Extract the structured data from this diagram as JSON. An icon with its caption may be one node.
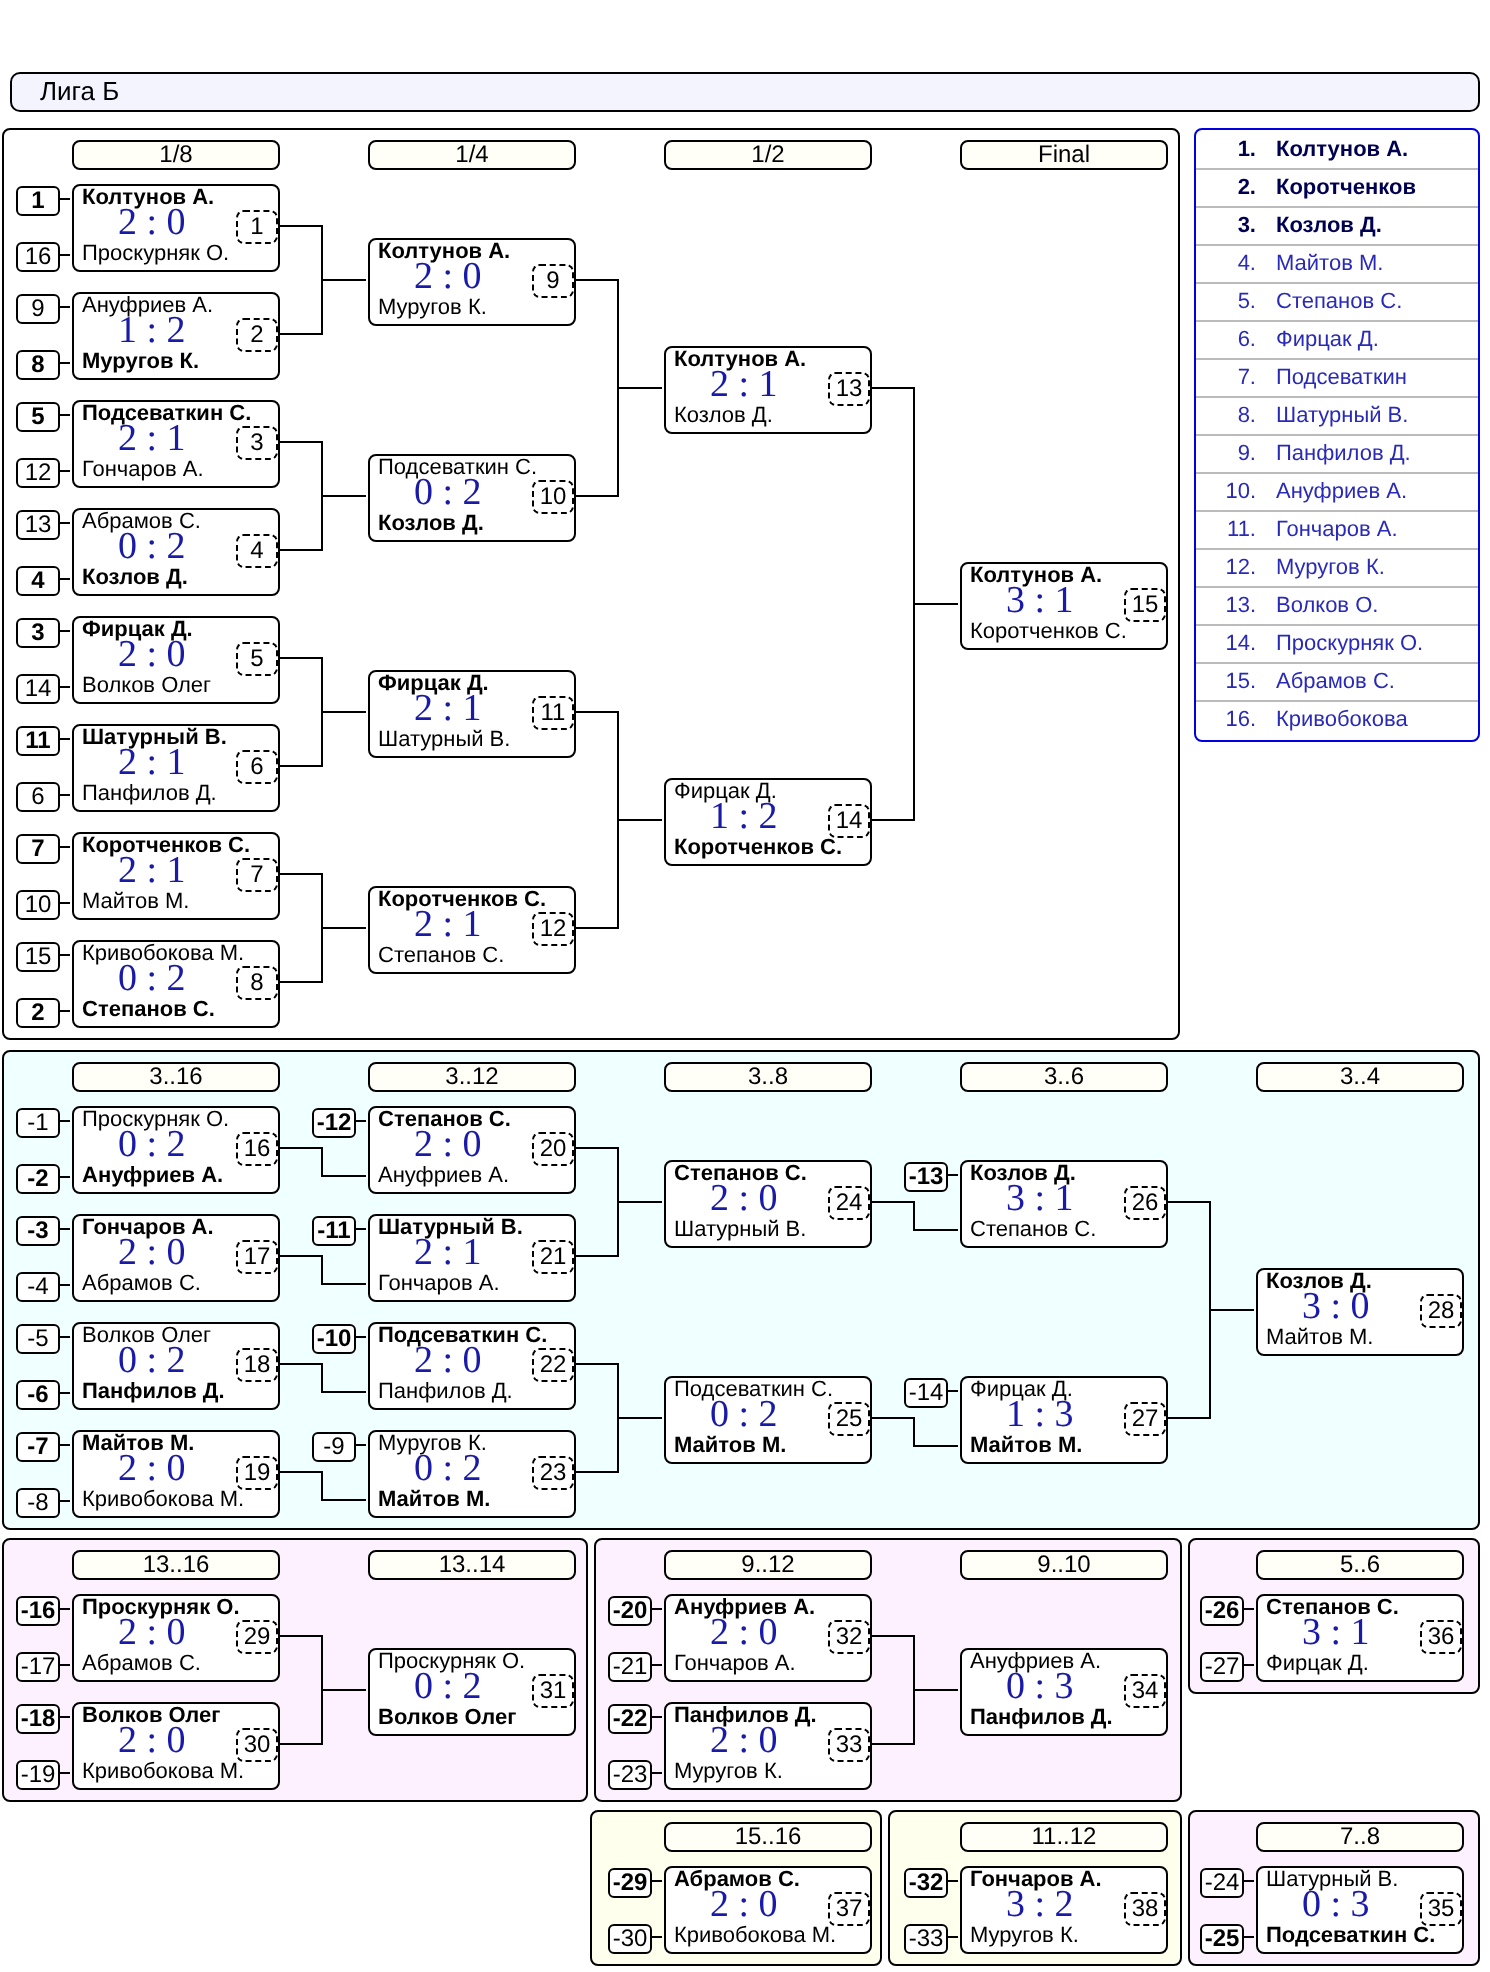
{
  "diagram": {
    "title": "Лига Б",
    "nodes": [
      {
        "text": [],
        "shape": "box"
      },
      {
        "text": [
          "1/8"
        ],
        "in": 0
      },
      {
        "text": [
          "1/4"
        ],
        "in": 0
      },
      {
        "text": [
          "1/2"
        ],
        "in": 0
      },
      {
        "text": [
          "Final"
        ],
        "in": 0
      },
      {
        "text": [
          "1"
        ],
        "in": 0
      },
      {
        "text": [
          "16"
        ],
        "in": 0
      },
      {
        "text": [
          "Колтунов А.",
          "2 : 0",
          "Проскурняк О."
        ],
        "in": 0
      },
      {
        "text": [
          "1"
        ],
        "in": 7
      },
      {
        "text": [
          "9"
        ],
        "in": 0
      },
      {
        "text": [
          "8"
        ],
        "in": 0
      },
      {
        "text": [
          "Ануфриев А.",
          "1 : 2",
          "Муругов К."
        ],
        "in": 0
      },
      {
        "text": [
          "2"
        ],
        "in": 11
      },
      {
        "text": [
          "5"
        ],
        "in": 0
      },
      {
        "text": [
          "12"
        ],
        "in": 0
      },
      {
        "text": [
          "Подсеваткин С.",
          "2 : 1",
          "Гончаров А."
        ],
        "in": 0
      },
      {
        "text": [
          "3"
        ],
        "in": 15
      },
      {
        "text": [
          "13"
        ],
        "in": 0
      },
      {
        "text": [
          "4"
        ],
        "in": 0
      },
      {
        "text": [
          "Абрамов С.",
          "0 : 2",
          "Козлов Д."
        ],
        "in": 0
      },
      {
        "text": [
          "4"
        ],
        "in": 19
      },
      {
        "text": [
          "3"
        ],
        "in": 0
      },
      {
        "text": [
          "14"
        ],
        "in": 0
      },
      {
        "text": [
          "Фирцак Д.",
          "2 : 0",
          "Волков Олег"
        ],
        "in": 0
      },
      {
        "text": [
          "5"
        ],
        "in": 23
      },
      {
        "text": [
          "11"
        ],
        "in": 0
      },
      {
        "text": [
          "6"
        ],
        "in": 0
      },
      {
        "text": [
          "Шатурный В.",
          "2 : 1",
          "Панфилов Д."
        ],
        "in": 0
      },
      {
        "text": [
          "6"
        ],
        "in": 27
      },
      {
        "text": [
          "7"
        ],
        "in": 0
      },
      {
        "text": [
          "10"
        ],
        "in": 0
      },
      {
        "text": [
          "Коротченков С.",
          "2 : 1",
          "Майтов М."
        ],
        "in": 0
      },
      {
        "text": [
          "7"
        ],
        "in": 31
      },
      {
        "text": [
          "15"
        ],
        "in": 0
      },
      {
        "text": [
          "2"
        ],
        "in": 0
      },
      {
        "text": [
          "Кривобокова М.",
          "0 : 2",
          "Степанов С."
        ],
        "in": 0
      },
      {
        "text": [
          "8"
        ],
        "in": 35
      },
      {
        "text": [
          "Колтунов А.",
          "2 : 0",
          "Муругов К."
        ],
        "in": 0
      },
      {
        "text": [
          "9"
        ],
        "in": 37
      },
      {
        "text": [
          "Подсеваткин С.",
          "0 : 2",
          "Козлов Д."
        ],
        "in": 0
      },
      {
        "text": [
          "10"
        ],
        "in": 39
      },
      {
        "text": [
          "Фирцак Д.",
          "2 : 1",
          "Шатурный В."
        ],
        "in": 0
      },
      {
        "text": [
          "11"
        ],
        "in": 41
      },
      {
        "text": [
          "Коротченков С.",
          "2 : 1",
          "Степанов С."
        ],
        "in": 0
      },
      {
        "text": [
          "12"
        ],
        "in": 43
      },
      {
        "text": [
          "Колтунов А.",
          "2 : 1",
          "Козлов Д."
        ],
        "in": 0
      },
      {
        "text": [
          "13"
        ],
        "in": 45
      },
      {
        "text": [
          "Фирцак Д.",
          "1 : 2",
          "Коротченков С."
        ],
        "in": 0
      },
      {
        "text": [
          "14"
        ],
        "in": 47
      },
      {
        "text": [
          "Колтунов А.",
          "3 : 1",
          "Коротченков С."
        ],
        "in": 0
      },
      {
        "text": [
          "15"
        ],
        "in": 49
      },
      {
        "text": [],
        "shape": "box"
      },
      {
        "text": [
          "3..16"
        ],
        "in": 51
      },
      {
        "text": [
          "3..12"
        ],
        "in": 51
      },
      {
        "text": [
          "3..8"
        ],
        "in": 51
      },
      {
        "text": [
          "3..6"
        ],
        "in": 51
      },
      {
        "text": [
          "3..4"
        ],
        "in": 51
      },
      {
        "text": [
          "-1"
        ],
        "in": 51
      },
      {
        "text": [
          "-2"
        ],
        "in": 51
      },
      {
        "text": [
          "Проскурняк О.",
          "0 : 2",
          "Ануфриев А."
        ],
        "in": 51
      },
      {
        "text": [
          "16"
        ],
        "in": 59
      },
      {
        "text": [
          "-3"
        ],
        "in": 51
      },
      {
        "text": [
          "-4"
        ],
        "in": 51
      },
      {
        "text": [
          "Гончаров А.",
          "2 : 0",
          "Абрамов С."
        ],
        "in": 51
      },
      {
        "text": [
          "17"
        ],
        "in": 63
      },
      {
        "text": [
          "-5"
        ],
        "in": 51
      },
      {
        "text": [
          "-6"
        ],
        "in": 51
      },
      {
        "text": [
          "Волков Олег",
          "0 : 2",
          "Панфилов Д."
        ],
        "in": 51
      },
      {
        "text": [
          "18"
        ],
        "in": 67
      },
      {
        "text": [
          "-7"
        ],
        "in": 51
      },
      {
        "text": [
          "-8"
        ],
        "in": 51
      },
      {
        "text": [
          "Майтов М.",
          "2 : 0",
          "Кривобокова М."
        ],
        "in": 51
      },
      {
        "text": [
          "19"
        ],
        "in": 71
      },
      {
        "text": [
          "-12"
        ],
        "in": 51
      },
      {
        "text": [
          "Степанов С.",
          "2 : 0",
          "Ануфриев А."
        ],
        "in": 51
      },
      {
        "text": [
          "20"
        ],
        "in": 74
      },
      {
        "text": [
          "-11"
        ],
        "in": 51
      },
      {
        "text": [
          "Шатурный В.",
          "2 : 1",
          "Гончаров А."
        ],
        "in": 51
      },
      {
        "text": [
          "21"
        ],
        "in": 77
      },
      {
        "text": [
          "-10"
        ],
        "in": 51
      },
      {
        "text": [
          "Подсеваткин С.",
          "2 : 0",
          "Панфилов Д."
        ],
        "in": 51
      },
      {
        "text": [
          "22"
        ],
        "in": 80
      },
      {
        "text": [
          "-9"
        ],
        "in": 51
      },
      {
        "text": [
          "Муругов К.",
          "0 : 2",
          "Майтов М."
        ],
        "in": 51
      },
      {
        "text": [
          "23"
        ],
        "in": 83
      },
      {
        "text": [
          "Степанов С.",
          "2 : 0",
          "Шатурный В."
        ],
        "in": 51
      },
      {
        "text": [
          "24"
        ],
        "in": 85
      },
      {
        "text": [
          "Подсеваткин С.",
          "0 : 2",
          "Майтов М."
        ],
        "in": 51
      },
      {
        "text": [
          "25"
        ],
        "in": 87
      },
      {
        "text": [
          "-13"
        ],
        "in": 51
      },
      {
        "text": [
          "Козлов Д.",
          "3 : 1",
          "Степанов С."
        ],
        "in": 51
      },
      {
        "text": [
          "26"
        ],
        "in": 90
      },
      {
        "text": [
          "-14"
        ],
        "in": 51
      },
      {
        "text": [
          "Фирцак Д.",
          "1 : 3",
          "Майтов М."
        ],
        "in": 51
      },
      {
        "text": [
          "27"
        ],
        "in": 93
      },
      {
        "text": [
          "Козлов Д.",
          "3 : 0",
          "Майтов М."
        ],
        "in": 51
      },
      {
        "text": [
          "28"
        ],
        "in": 95
      },
      {
        "text": [],
        "shape": "box"
      },
      {
        "text": [
          "13..16"
        ],
        "in": 97
      },
      {
        "text": [
          "13..14"
        ],
        "in": 97
      },
      {
        "text": [
          "-16"
        ],
        "in": 97
      },
      {
        "text": [
          "-17"
        ],
        "in": 97
      },
      {
        "text": [
          "Проскурняк О.",
          "2 : 0",
          "Абрамов С."
        ],
        "in": 97
      },
      {
        "text": [
          "29"
        ],
        "in": 102
      },
      {
        "text": [
          "-18"
        ],
        "in": 97
      },
      {
        "text": [
          "-19"
        ],
        "in": 97
      },
      {
        "text": [
          "Волков Олег",
          "2 : 0",
          "Кривобокова М."
        ],
        "in": 97
      },
      {
        "text": [
          "30"
        ],
        "in": 106
      },
      {
        "text": [
          "Проскурняк О.",
          "0 : 2",
          "Волков Олег"
        ],
        "in": 97
      },
      {
        "text": [
          "31"
        ],
        "in": 108
      },
      {
        "text": [],
        "shape": "box"
      },
      {
        "text": [
          "9..12"
        ],
        "in": 110
      },
      {
        "text": [
          "9..10"
        ],
        "in": 110
      },
      {
        "text": [
          "-20"
        ],
        "in": 110
      },
      {
        "text": [
          "-21"
        ],
        "in": 110
      },
      {
        "text": [
          "Ануфриев А.",
          "2 : 0",
          "Гончаров А."
        ],
        "in": 110
      },
      {
        "text": [
          "32"
        ],
        "in": 115
      },
      {
        "text": [
          "-22"
        ],
        "in": 110
      },
      {
        "text": [
          "-23"
        ],
        "in": 110
      },
      {
        "text": [
          "Панфилов Д.",
          "2 : 0",
          "Муругов К."
        ],
        "in": 110
      },
      {
        "text": [
          "33"
        ],
        "in": 119
      },
      {
        "text": [
          "Ануфриев А.",
          "0 : 3",
          "Панфилов Д."
        ],
        "in": 110
      },
      {
        "text": [
          "34"
        ],
        "in": 121
      },
      {
        "text": [],
        "shape": "box"
      },
      {
        "text": [
          "5..6"
        ],
        "in": 123
      },
      {
        "text": [
          "-26"
        ],
        "in": 123
      },
      {
        "text": [
          "-27"
        ],
        "in": 123
      },
      {
        "text": [
          "Степанов С.",
          "3 : 1",
          "Фирцак Д."
        ],
        "in": 123
      },
      {
        "text": [
          "36"
        ],
        "in": 127
      },
      {
        "text": [],
        "shape": "box"
      },
      {
        "text": [
          "15..16"
        ],
        "in": 129
      },
      {
        "text": [
          "-29"
        ],
        "in": 129
      },
      {
        "text": [
          "-30"
        ],
        "in": 129
      },
      {
        "text": [
          "Абрамов С.",
          "2 : 0",
          "Кривобокова М."
        ],
        "in": 129
      },
      {
        "text": [
          "37"
        ],
        "in": 133
      },
      {
        "text": [],
        "shape": "box"
      },
      {
        "text": [
          "11..12"
        ],
        "in": 135
      },
      {
        "text": [
          "-32"
        ],
        "in": 135
      },
      {
        "text": [
          "-33"
        ],
        "in": 135
      },
      {
        "text": [
          "Гончаров А.",
          "3 : 2",
          "Муругов К."
        ],
        "in": 135
      },
      {
        "text": [
          "38"
        ],
        "in": 139
      },
      {
        "text": [],
        "shape": "box"
      },
      {
        "text": [
          "7..8"
        ],
        "in": 141
      },
      {
        "text": [
          "-24"
        ],
        "in": 141
      },
      {
        "text": [
          "-25"
        ],
        "in": 141
      },
      {
        "text": [
          "Шатурный В.",
          "0 : 3",
          "Подсеваткин С."
        ],
        "in": 141
      },
      {
        "text": [
          "35"
        ],
        "in": 145
      }
    ],
    "edges": [
      {
        "from": 5,
        "to": 7,
        "arrow": "none"
      },
      {
        "from": 6,
        "to": 7,
        "arrow": "none"
      },
      {
        "from": 9,
        "to": 11,
        "arrow": "none"
      },
      {
        "from": 10,
        "to": 11,
        "arrow": "none"
      },
      {
        "from": 13,
        "to": 15,
        "arrow": "none"
      },
      {
        "from": 14,
        "to": 15,
        "arrow": "none"
      },
      {
        "from": 17,
        "to": 19,
        "arrow": "none"
      },
      {
        "from": 18,
        "to": 19,
        "arrow": "none"
      },
      {
        "from": 21,
        "to": 23,
        "arrow": "none"
      },
      {
        "from": 22,
        "to": 23,
        "arrow": "none"
      },
      {
        "from": 25,
        "to": 27,
        "arrow": "none"
      },
      {
        "from": 26,
        "to": 27,
        "arrow": "none"
      },
      {
        "from": 29,
        "to": 31,
        "arrow": "none"
      },
      {
        "from": 30,
        "to": 31,
        "arrow": "none"
      },
      {
        "from": 33,
        "to": 35,
        "arrow": "none"
      },
      {
        "from": 34,
        "to": 35,
        "arrow": "none"
      },
      {
        "from": 7,
        "to": 37,
        "arrow": "none"
      },
      {
        "from": 11,
        "to": 37,
        "arrow": "none"
      },
      {
        "from": 15,
        "to": 39,
        "arrow": "none"
      },
      {
        "from": 19,
        "to": 39,
        "arrow": "none"
      },
      {
        "from": 23,
        "to": 41,
        "arrow": "none"
      },
      {
        "from": 27,
        "to": 41,
        "arrow": "none"
      },
      {
        "from": 31,
        "to": 43,
        "arrow": "none"
      },
      {
        "from": 35,
        "to": 43,
        "arrow": "none"
      },
      {
        "from": 37,
        "to": 45,
        "arrow": "none"
      },
      {
        "from": 39,
        "to": 45,
        "arrow": "none"
      },
      {
        "from": 41,
        "to": 47,
        "arrow": "none"
      },
      {
        "from": 43,
        "to": 47,
        "arrow": "none"
      },
      {
        "from": 45,
        "to": 49,
        "arrow": "none"
      },
      {
        "from": 47,
        "to": 49,
        "arrow": "none"
      },
      {
        "from": 57,
        "to": 59,
        "arrow": "none"
      },
      {
        "from": 58,
        "to": 59,
        "arrow": "none"
      },
      {
        "from": 61,
        "to": 63,
        "arrow": "none"
      },
      {
        "from": 62,
        "to": 63,
        "arrow": "none"
      },
      {
        "from": 65,
        "to": 67,
        "arrow": "none"
      },
      {
        "from": 66,
        "to": 67,
        "arrow": "none"
      },
      {
        "from": 69,
        "to": 71,
        "arrow": "none"
      },
      {
        "from": 70,
        "to": 71,
        "arrow": "none"
      },
      {
        "from": 73,
        "to": 74,
        "arrow": "none"
      },
      {
        "from": 59,
        "to": 74,
        "arrow": "none"
      },
      {
        "from": 76,
        "to": 77,
        "arrow": "none"
      },
      {
        "from": 63,
        "to": 77,
        "arrow": "none"
      },
      {
        "from": 79,
        "to": 80,
        "arrow": "none"
      },
      {
        "from": 67,
        "to": 80,
        "arrow": "none"
      },
      {
        "from": 82,
        "to": 83,
        "arrow": "none"
      },
      {
        "from": 71,
        "to": 83,
        "arrow": "none"
      },
      {
        "from": 74,
        "to": 85,
        "arrow": "none"
      },
      {
        "from": 77,
        "to": 85,
        "arrow": "none"
      },
      {
        "from": 80,
        "to": 87,
        "arrow": "none"
      },
      {
        "from": 83,
        "to": 87,
        "arrow": "none"
      },
      {
        "from": 89,
        "to": 90,
        "arrow": "none"
      },
      {
        "from": 85,
        "to": 90,
        "arrow": "none"
      },
      {
        "from": 92,
        "to": 93,
        "arrow": "none"
      },
      {
        "from": 87,
        "to": 93,
        "arrow": "none"
      },
      {
        "from": 90,
        "to": 95,
        "arrow": "none"
      },
      {
        "from": 93,
        "to": 95,
        "arrow": "none"
      },
      {
        "from": 100,
        "to": 102,
        "arrow": "none"
      },
      {
        "from": 101,
        "to": 102,
        "arrow": "none"
      },
      {
        "from": 104,
        "to": 106,
        "arrow": "none"
      },
      {
        "from": 105,
        "to": 106,
        "arrow": "none"
      },
      {
        "from": 102,
        "to": 108,
        "arrow": "none"
      },
      {
        "from": 106,
        "to": 108,
        "arrow": "none"
      },
      {
        "from": 113,
        "to": 115,
        "arrow": "none"
      },
      {
        "from": 114,
        "to": 115,
        "arrow": "none"
      },
      {
        "from": 117,
        "to": 119,
        "arrow": "none"
      },
      {
        "from": 118,
        "to": 119,
        "arrow": "none"
      },
      {
        "from": 115,
        "to": 121,
        "arrow": "none"
      },
      {
        "from": 119,
        "to": 121,
        "arrow": "none"
      },
      {
        "from": 125,
        "to": 127,
        "arrow": "none"
      },
      {
        "from": 126,
        "to": 127,
        "arrow": "none"
      },
      {
        "from": 131,
        "to": 133,
        "arrow": "none"
      },
      {
        "from": 132,
        "to": 133,
        "arrow": "none"
      },
      {
        "from": 137,
        "to": 139,
        "arrow": "none"
      },
      {
        "from": 138,
        "to": 139,
        "arrow": "none"
      },
      {
        "from": 143,
        "to": 145,
        "arrow": "none"
      },
      {
        "from": 144,
        "to": 145,
        "arrow": "none"
      }
    ],
    "labels": [
      "1.",
      "Колтунов А.",
      "2.",
      "Коротченков",
      "3.",
      "Козлов Д.",
      "4.",
      "Майтов М.",
      "5.",
      "Степанов С.",
      "6.",
      "Фирцак Д.",
      "7.",
      "Подсеваткин",
      "8.",
      "Шатурный В.",
      "9.",
      "Панфилов Д.",
      "10.",
      "Ануфриев А.",
      "11.",
      "Гончаров А.",
      "12.",
      "Муругов К.",
      "13.",
      "Волков О.",
      "14.",
      "Проскурняк О.",
      "15.",
      "Абрамов С.",
      "16.",
      "Кривобокова"
    ]
  }
}
